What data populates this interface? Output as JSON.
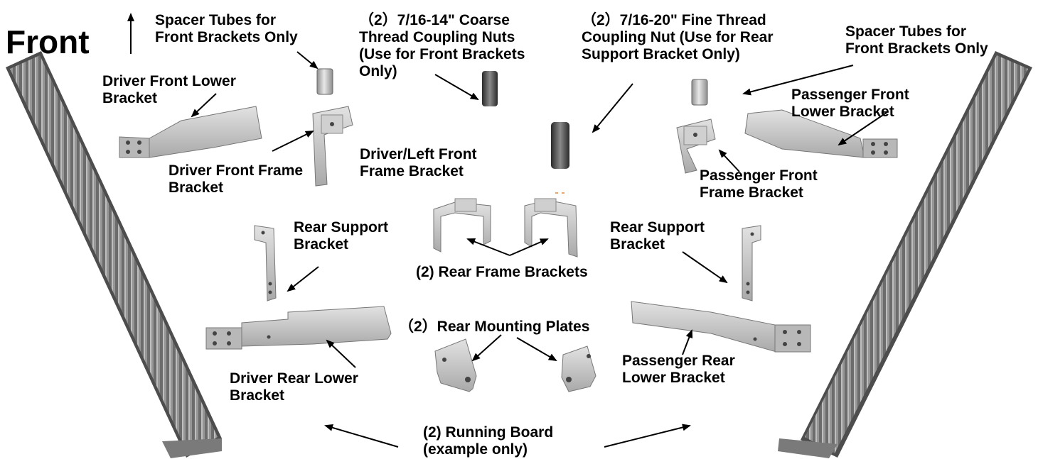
{
  "title": "Front",
  "labels": {
    "spacer_left": "Spacer Tubes for\nFront Brackets Only",
    "coarse_nuts": "（2）7/16-14\" Coarse\nThread Coupling Nuts\n(Use for Front Brackets\nOnly)",
    "fine_nut": "（2）7/16-20\" Fine Thread\nCoupling Nut (Use for Rear\nSupport Bracket Only)",
    "spacer_right": "Spacer Tubes for\nFront Brackets Only",
    "driver_front_lower": "Driver Front Lower\nBracket",
    "driver_front_frame": "Driver Front Frame\nBracket",
    "driver_left_front_frame": "Driver/Left Front\nFrame Bracket",
    "passenger_front_lower": "Passenger Front\nLower Bracket",
    "passenger_front_frame": "Passenger Front\nFrame Bracket",
    "rear_support_left": "Rear Support\nBracket",
    "rear_support_right": "Rear Support\nBracket",
    "rear_frame_brackets": "(2) Rear Frame Brackets",
    "rear_mounting_plates": "（2）Rear Mounting Plates",
    "driver_rear_lower": "Driver Rear Lower\nBracket",
    "passenger_rear_lower": "Passenger Rear\nLower Bracket",
    "running_board": "(2) Running Board\n(example only)"
  }
}
